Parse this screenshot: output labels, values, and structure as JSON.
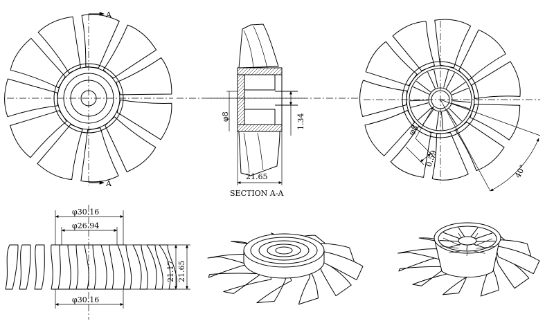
{
  "section_marks": {
    "top_letter": "A",
    "bottom_letter": "A",
    "caption": "SECTION A-A"
  },
  "dimensions": {
    "section_bore": "φ8",
    "section_width": "21.65",
    "section_step": "1.34",
    "rear_bore": "φ8",
    "rear_offset": "0.59",
    "rear_angle": "40°",
    "side_outer_dia_top": "φ30.16",
    "side_inner_dia": "φ26.94",
    "side_outer_dia_bottom": "φ30.16",
    "side_height_inner": "21.17",
    "side_height_outer": "21.65"
  },
  "views": {
    "front": "front-view",
    "section": "section-view",
    "rear": "rear-view",
    "side": "side-view",
    "iso_front": "isometric-front-view",
    "iso_rear": "isometric-rear-view"
  }
}
